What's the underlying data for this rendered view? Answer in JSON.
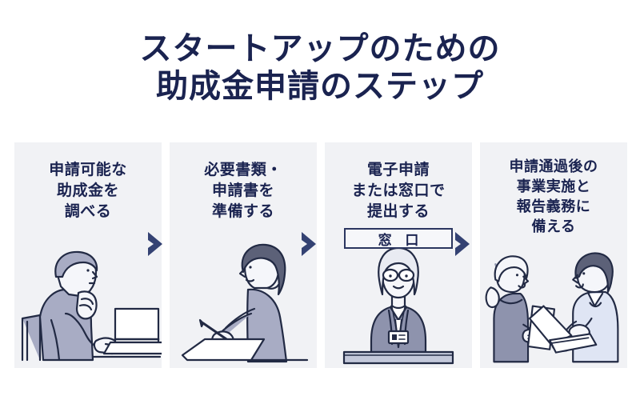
{
  "title": {
    "line1": "スタートアップのための",
    "line2": "助成金申請のステップ"
  },
  "colors": {
    "navy_text": "#1a2350",
    "chevron": "#344273",
    "card_bg": "#f1f2f5",
    "page_bg": "#ffffff",
    "figure_fill": "#a8acc4",
    "figure_fill_light": "#dfe5f4",
    "line_art": "#222a44"
  },
  "steps": [
    {
      "index": 1,
      "label": "申請可能な\n助成金を\n調べる",
      "illustration": "person-thinking-at-laptop-icon"
    },
    {
      "index": 2,
      "label": "必要書類・\n申請書を\n準備する",
      "illustration": "woman-writing-documents-icon"
    },
    {
      "index": 3,
      "label": "電子申請\nまたは窓口で\n提出する",
      "sign_label": "窓 口",
      "illustration": "receptionist-at-counter-icon"
    },
    {
      "index": 4,
      "label": "申請通過後の\n事業実施と\n報告義務に\n備える",
      "illustration": "two-people-collaborating-icon"
    }
  ],
  "arrows": [
    {
      "name": "chevron-1",
      "glyph": "chevron-right-icon"
    },
    {
      "name": "chevron-2",
      "glyph": "chevron-right-icon"
    },
    {
      "name": "chevron-3",
      "glyph": "chevron-right-icon"
    }
  ]
}
